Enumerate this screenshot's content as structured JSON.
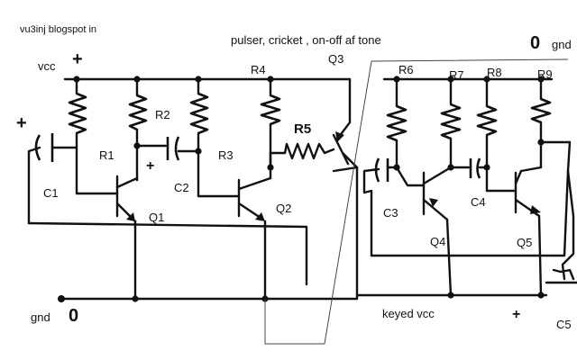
{
  "watermark": "vu3inj blogspot in",
  "title": "pulser, cricket , on-off af tone",
  "rails": {
    "vcc_label": "vcc",
    "gnd_left_label": "gnd",
    "gnd_right_label": "gnd",
    "keyed_label": "keyed vcc"
  },
  "symbols": {
    "plus": "+",
    "plus_small": "+",
    "zero": "0"
  },
  "resistors": [
    "R1",
    "R2",
    "R3",
    "R4",
    "R5",
    "R6",
    "R7",
    "R8",
    "R9"
  ],
  "capacitors": [
    "C1",
    "C2",
    "C3",
    "C4",
    "C5"
  ],
  "transistors": [
    "Q1",
    "Q2",
    "Q3",
    "Q4",
    "Q5"
  ]
}
